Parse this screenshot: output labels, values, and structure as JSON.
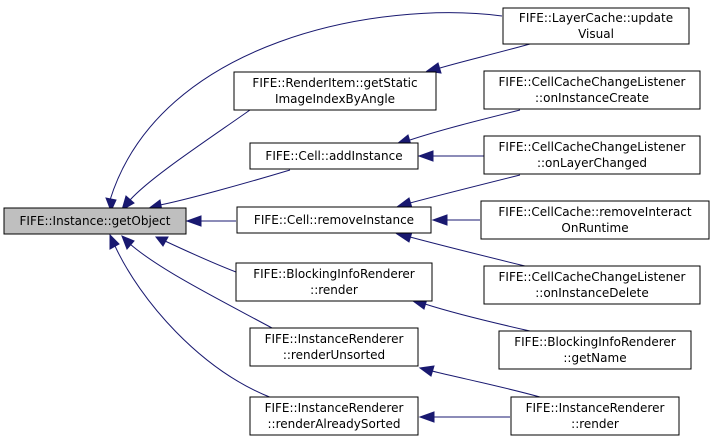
{
  "colors": {
    "root_fill": "#bfbfbf",
    "node_fill": "#ffffff",
    "edge": "#191970"
  },
  "nodes": {
    "root": {
      "lines": [
        "FIFE::Instance::getObject"
      ]
    },
    "layercache_update": {
      "lines": [
        "FIFE::LayerCache::update",
        "Visual"
      ]
    },
    "renderitem_getstatic": {
      "lines": [
        "FIFE::RenderItem::getStatic",
        "ImageIndexByAngle"
      ]
    },
    "cell_addinstance": {
      "lines": [
        "FIFE::Cell::addInstance"
      ]
    },
    "cell_removeinstance": {
      "lines": [
        "FIFE::Cell::removeInstance"
      ]
    },
    "blocking_render": {
      "lines": [
        "FIFE::BlockingInfoRenderer",
        "::render"
      ]
    },
    "instrenderer_unsorted": {
      "lines": [
        "FIFE::InstanceRenderer",
        "::renderUnsorted"
      ]
    },
    "instrenderer_alreadysorted": {
      "lines": [
        "FIFE::InstanceRenderer",
        "::renderAlreadySorted"
      ]
    },
    "cclistener_create": {
      "lines": [
        "FIFE::CellCacheChangeListener",
        "::onInstanceCreate"
      ]
    },
    "cclistener_layerchanged": {
      "lines": [
        "FIFE::CellCacheChangeListener",
        "::onLayerChanged"
      ]
    },
    "cellcache_removeinteract": {
      "lines": [
        "FIFE::CellCache::removeInteract",
        "OnRuntime"
      ]
    },
    "cclistener_delete": {
      "lines": [
        "FIFE::CellCacheChangeListener",
        "::onInstanceDelete"
      ]
    },
    "blocking_getname": {
      "lines": [
        "FIFE::BlockingInfoRenderer",
        "::getName"
      ]
    },
    "instrenderer_render": {
      "lines": [
        "FIFE::InstanceRenderer",
        "::render"
      ]
    }
  }
}
